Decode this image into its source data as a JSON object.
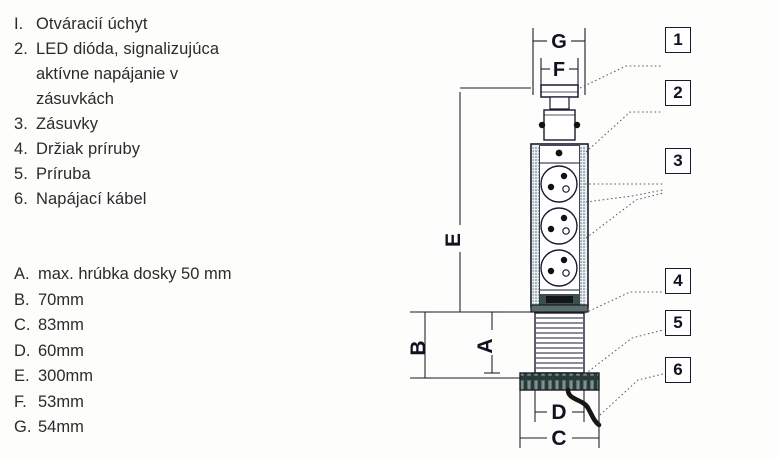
{
  "legend": {
    "items": [
      {
        "key": "I.",
        "text": "Otváracií úchyt"
      },
      {
        "key": "2.",
        "text": "LED dióda, signalizujúca",
        "cont1": "aktívne napájanie v",
        "cont2": "zásuvkách"
      },
      {
        "key": "3.",
        "text": "Zásuvky"
      },
      {
        "key": "4.",
        "text": "Držiak príruby"
      },
      {
        "key": "5.",
        "text": "Príruba"
      },
      {
        "key": "6.",
        "text": "Napájací kábel"
      }
    ]
  },
  "dimensions": {
    "items": [
      {
        "key": "A.",
        "text": "max. hrúbka dosky 50 mm"
      },
      {
        "key": "B.",
        "text": "70mm"
      },
      {
        "key": "C.",
        "text": "83mm"
      },
      {
        "key": "D.",
        "text": "60mm"
      },
      {
        "key": "E.",
        "text": "300mm"
      },
      {
        "key": "F.",
        "text": "53mm"
      },
      {
        "key": "G.",
        "text": "54mm"
      }
    ]
  },
  "diagram": {
    "callouts": [
      {
        "id": "1",
        "label": "1"
      },
      {
        "id": "2",
        "label": "2"
      },
      {
        "id": "3",
        "label": "3"
      },
      {
        "id": "4",
        "label": "4"
      },
      {
        "id": "5",
        "label": "5"
      },
      {
        "id": "6",
        "label": "6"
      }
    ],
    "dimension_labels": {
      "g": "G",
      "f": "F",
      "e": "E",
      "b": "B",
      "a": "A",
      "d": "D",
      "c": "C"
    },
    "colors": {
      "line": "#1a1a2e",
      "hatch": "#3f5560",
      "fill": "#ffffff",
      "dark_band": "#222222",
      "cable": "#1a1a1a"
    },
    "socket_count": 3
  }
}
